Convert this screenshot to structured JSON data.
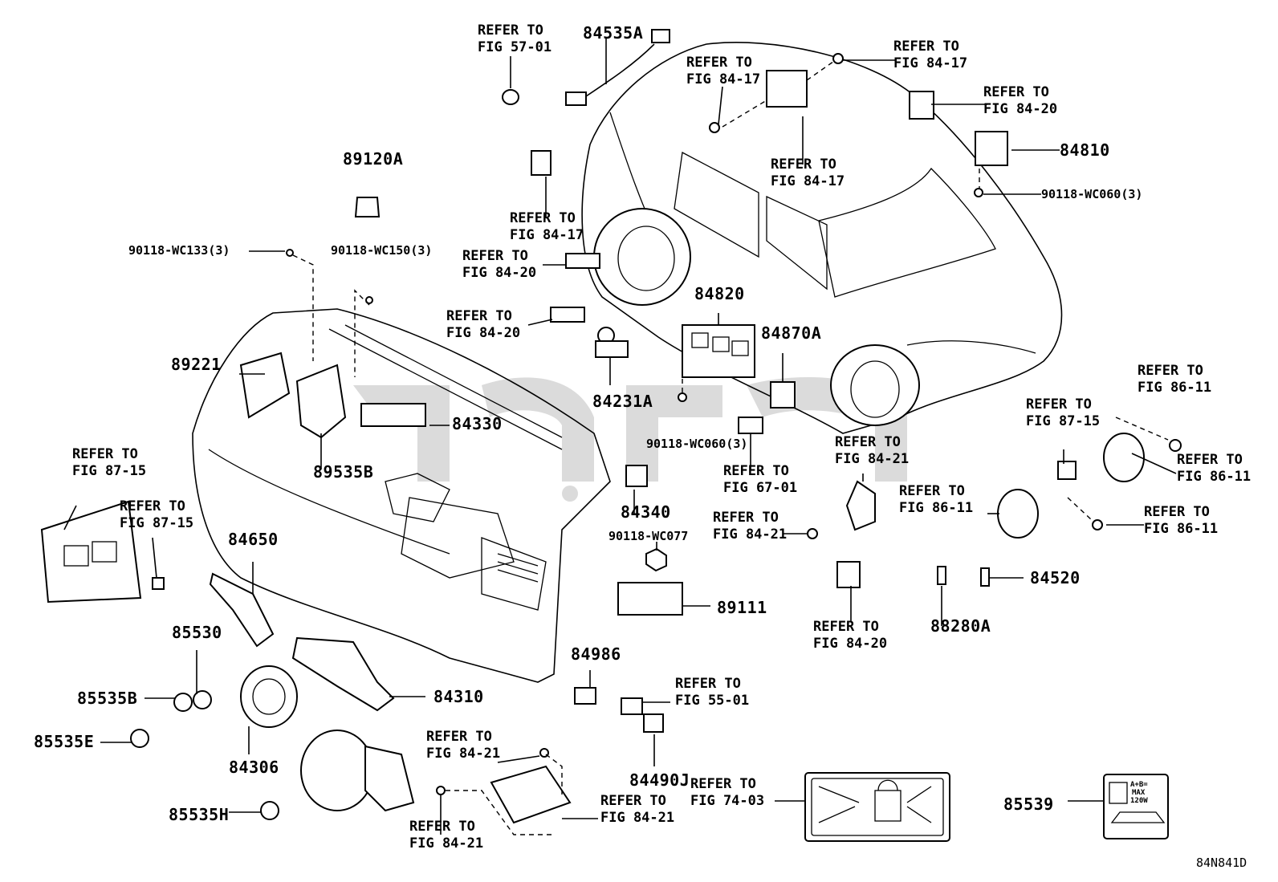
{
  "labels": {
    "refer_57_01": "REFER TO\nFIG 57-01",
    "p84535A": "84535A",
    "refer_84_17_a": "REFER TO\nFIG 84-17",
    "refer_84_17_b": "REFER TO\nFIG 84-17",
    "refer_84_17_c": "REFER TO\nFIG 84-17",
    "refer_84_17_d": "REFER TO\nFIG 84-17",
    "refer_84_20_a": "REFER TO\nFIG 84-20",
    "refer_84_20_b": "REFER TO\nFIG 84-20",
    "refer_84_20_c": "REFER TO\nFIG 84-20",
    "refer_84_20_d": "REFER TO\nFIG 84-20",
    "p84810": "84810",
    "b90118_WC060_a": "90118-WC060(3)",
    "p89120A": "89120A",
    "b90118_WC133": "90118-WC133(3)",
    "b90118_WC150": "90118-WC150(3)",
    "p84820": "84820",
    "p84870A": "84870A",
    "p89221": "89221",
    "p84231A": "84231A",
    "p84330": "84330",
    "b90118_WC060_b": "90118-WC060(3)",
    "refer_67_01": "REFER TO\nFIG 67-01",
    "refer_84_21_a": "REFER TO\nFIG 84-21",
    "refer_84_21_b": "REFER TO\nFIG 84-21",
    "refer_84_21_c": "REFER TO\nFIG 84-21",
    "refer_84_21_d": "REFER TO\nFIG 84-21",
    "refer_84_21_e": "REFER TO\nFIG 84-21",
    "refer_86_11_a": "REFER TO\nFIG 86-11",
    "refer_86_11_b": "REFER TO\nFIG 86-11",
    "refer_86_11_c": "REFER TO\nFIG 86-11",
    "refer_86_11_d": "REFER TO\nFIG 86-11",
    "refer_87_15_a": "REFER TO\nFIG 87-15",
    "refer_87_15_b": "REFER TO\nFIG 87-15",
    "refer_87_15_c": "REFER TO\nFIG 87-15",
    "p89535B": "89535B",
    "p84340": "84340",
    "b90118_WC077": "90118-WC077",
    "p84650": "84650",
    "p89111": "89111",
    "p84520": "84520",
    "p88280A": "88280A",
    "p85530": "85530",
    "p85535B": "85535B",
    "p84310": "84310",
    "p84986": "84986",
    "refer_55_01": "REFER TO\nFIG 55-01",
    "p85535E": "85535E",
    "p84306": "84306",
    "p84490J": "84490J",
    "refer_74_03": "REFER TO\nFIG 74-03",
    "p85539": "85539",
    "p85535H": "85535H",
    "diagram_code": "84N841D"
  },
  "decal": {
    "line1": "A+B=",
    "line2": "MAX",
    "line3": "120W"
  }
}
